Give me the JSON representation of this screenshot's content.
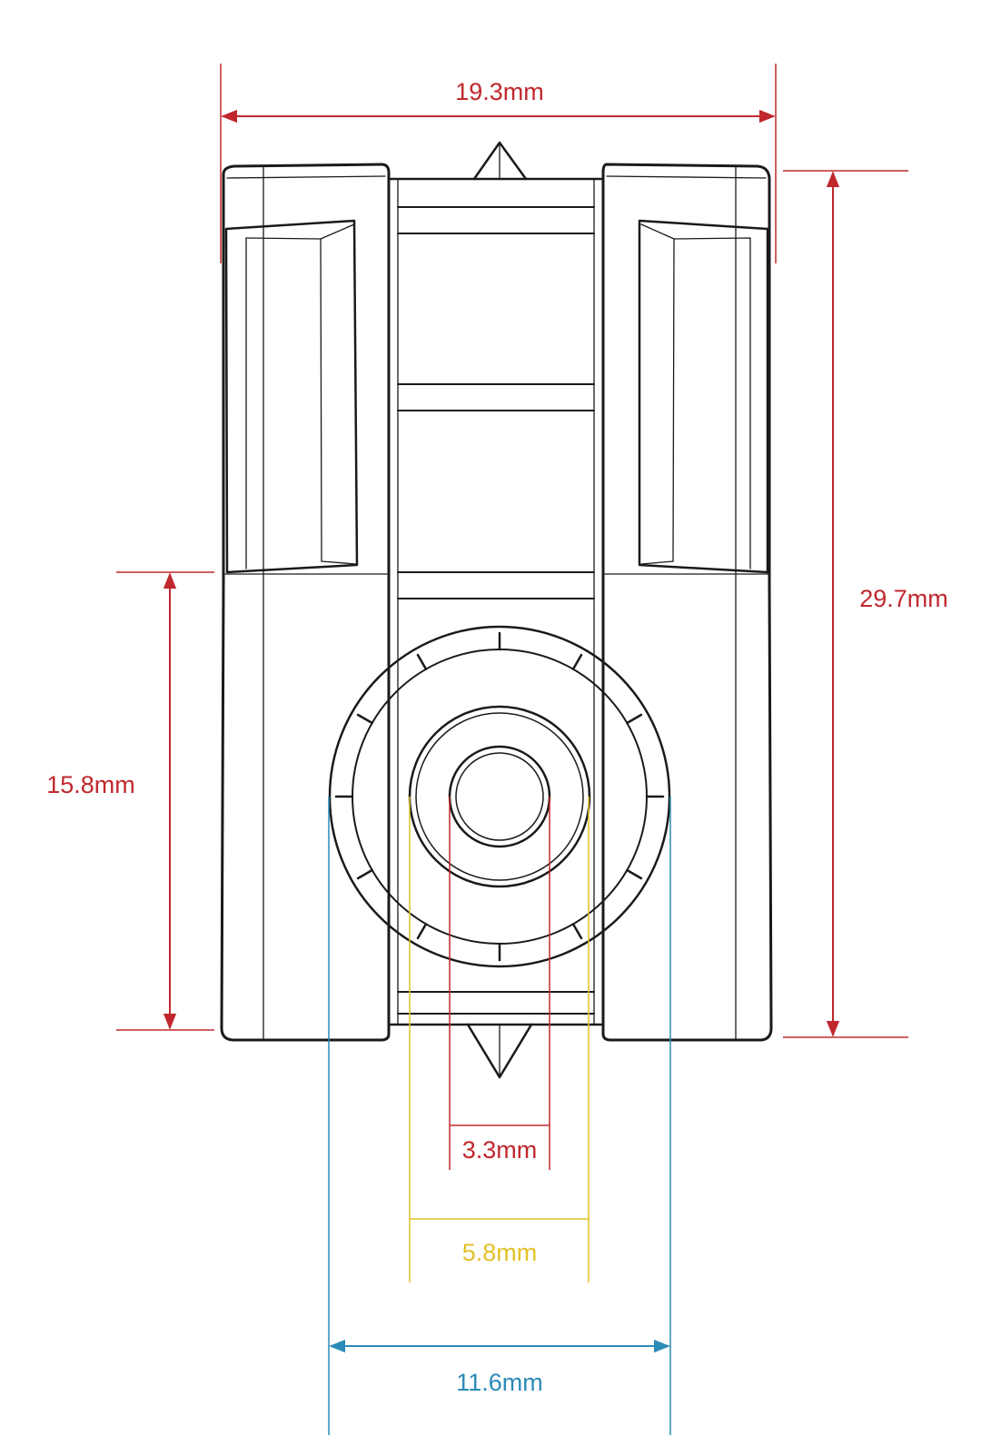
{
  "dimensions": {
    "overall_width": "19.3mm",
    "overall_height": "29.7mm",
    "wheel_center_height": "15.8mm",
    "bore_diameter": "3.3mm",
    "hub_diameter": "5.8mm",
    "wheel_diameter": "11.6mm"
  },
  "colors": {
    "red": "#c0282d",
    "yellow": "#e2c12a",
    "blue": "#2b8ab8",
    "outline": "#1a1a1a",
    "background": "#ffffff"
  }
}
